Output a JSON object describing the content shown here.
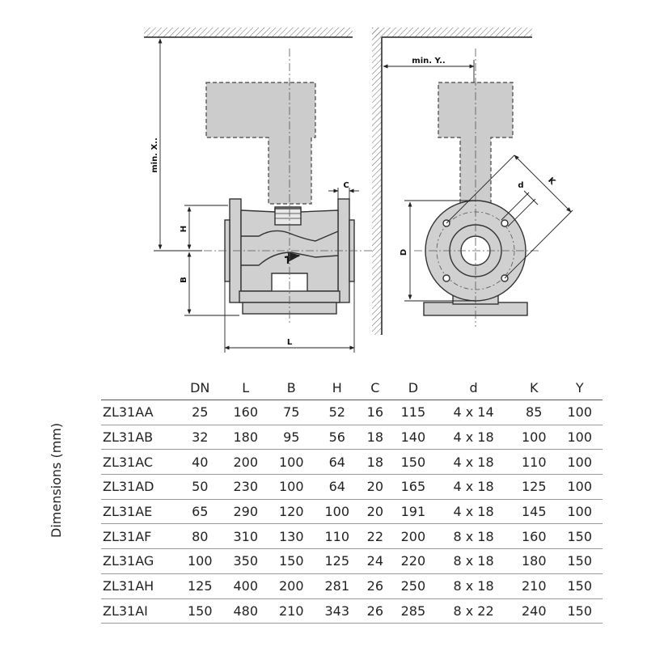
{
  "labels": {
    "min_x": "min. X..",
    "min_y": "min. Y..",
    "h": "H",
    "b": "B",
    "c": "C",
    "l": "L",
    "d_upper": "D",
    "d_lower": "d",
    "k": "K"
  },
  "side_label": "Dimensions (mm)",
  "table": {
    "headers": [
      "",
      "DN",
      "L",
      "B",
      "H",
      "C",
      "D",
      "d",
      "K",
      "Y"
    ],
    "rows": [
      [
        "ZL31AA",
        "25",
        "160",
        "75",
        "52",
        "16",
        "115",
        "4 x 14",
        "85",
        "100"
      ],
      [
        "ZL31AB",
        "32",
        "180",
        "95",
        "56",
        "18",
        "140",
        "4 x 18",
        "100",
        "100"
      ],
      [
        "ZL31AC",
        "40",
        "200",
        "100",
        "64",
        "18",
        "150",
        "4 x 18",
        "110",
        "100"
      ],
      [
        "ZL31AD",
        "50",
        "230",
        "100",
        "64",
        "20",
        "165",
        "4 x 18",
        "125",
        "100"
      ],
      [
        "ZL31AE",
        "65",
        "290",
        "120",
        "100",
        "20",
        "191",
        "4 x 18",
        "145",
        "100"
      ],
      [
        "ZL31AF",
        "80",
        "310",
        "130",
        "110",
        "22",
        "200",
        "8 x 18",
        "160",
        "150"
      ],
      [
        "ZL31AG",
        "100",
        "350",
        "150",
        "125",
        "24",
        "220",
        "8 x 18",
        "180",
        "150"
      ],
      [
        "ZL31AH",
        "125",
        "400",
        "200",
        "281",
        "26",
        "250",
        "8 x 18",
        "210",
        "150"
      ],
      [
        "ZL31AI",
        "150",
        "480",
        "210",
        "343",
        "26",
        "285",
        "8 x 22",
        "240",
        "150"
      ]
    ]
  }
}
